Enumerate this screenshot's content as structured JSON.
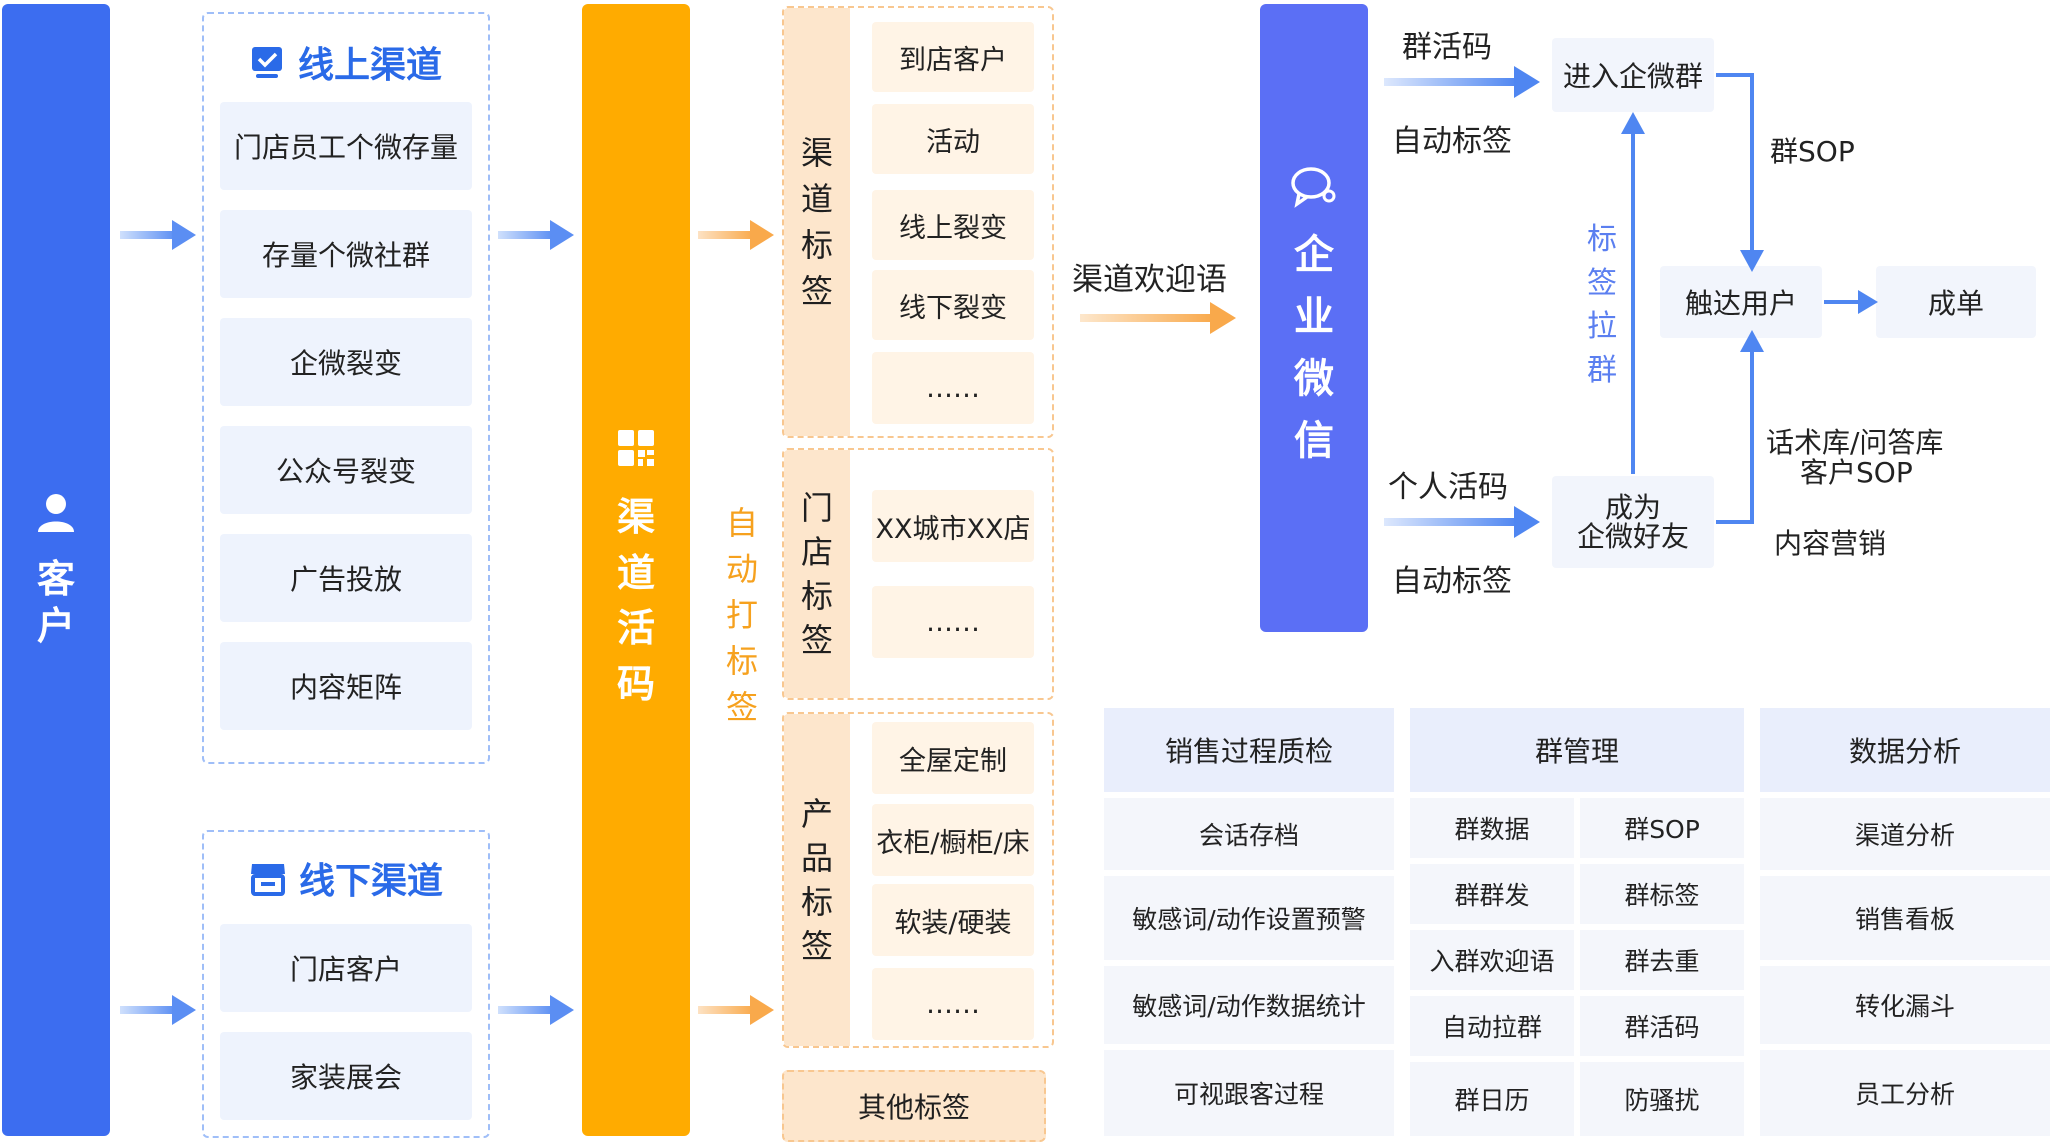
{
  "customer": {
    "chars": [
      "客",
      "户"
    ]
  },
  "online": {
    "title": "线上渠道",
    "items": [
      "门店员工个微存量",
      "存量个微社群",
      "企微裂变",
      "公众号裂变",
      "广告投放",
      "内容矩阵"
    ]
  },
  "offline": {
    "title": "线下渠道",
    "items": [
      "门店客户",
      "家装展会"
    ]
  },
  "qrcode": {
    "chars": [
      "渠",
      "道",
      "活",
      "码"
    ]
  },
  "auto_tag": {
    "chars": [
      "自",
      "动",
      "打",
      "标",
      "签"
    ]
  },
  "tag_groups": [
    {
      "chars": [
        "渠",
        "道",
        "标",
        "签"
      ],
      "items": [
        "到店客户",
        "活动",
        "线上裂变",
        "线下裂变",
        "……"
      ]
    },
    {
      "chars": [
        "门",
        "店",
        "标",
        "签"
      ],
      "items": [
        "XX城市XX店",
        "……"
      ]
    },
    {
      "chars": [
        "产",
        "品",
        "标",
        "签"
      ],
      "items": [
        "全屋定制",
        "衣柜/橱柜/床",
        "软装/硬装",
        "……"
      ]
    }
  ],
  "other_tags": "其他标签",
  "welcome": "渠道欢迎语",
  "wecom": {
    "chars": [
      "企",
      "业",
      "微",
      "信"
    ]
  },
  "flow": {
    "group_code": "群活码",
    "auto_tag_top": "自动标签",
    "personal_code": "个人活码",
    "auto_tag_bottom": "自动标签",
    "join_group": "进入企微群",
    "become_friend_1": "成为",
    "become_friend_2": "企微好友",
    "reach_user": "触达用户",
    "deal": "成单",
    "group_sop": "群SOP",
    "tag_pull": [
      "标",
      "签",
      "拉",
      "群"
    ],
    "script_lib": "话术库/问答库",
    "customer_sop": "客户SOP",
    "content_marketing": "内容营销"
  },
  "panels": {
    "quality": {
      "title": "销售过程质检",
      "items": [
        "会话存档",
        "敏感词/动作设置预警",
        "敏感词/动作数据统计",
        "可视跟客过程"
      ]
    },
    "group": {
      "title": "群管理",
      "rows": [
        [
          "群数据",
          "群SOP"
        ],
        [
          "群群发",
          "群标签"
        ],
        [
          "入群欢迎语",
          "群去重"
        ],
        [
          "自动拉群",
          "群活码"
        ],
        [
          "群日历",
          "防骚扰"
        ]
      ]
    },
    "analysis": {
      "title": "数据分析",
      "items": [
        "渠道分析",
        "销售看板",
        "转化漏斗",
        "员工分析"
      ]
    }
  },
  "colors": {
    "blue": "#3c6df0",
    "orange": "#ffab00",
    "indigo": "#5b6ff5",
    "light_blue": "#eef3fd",
    "light_orange": "#fff4e6"
  }
}
